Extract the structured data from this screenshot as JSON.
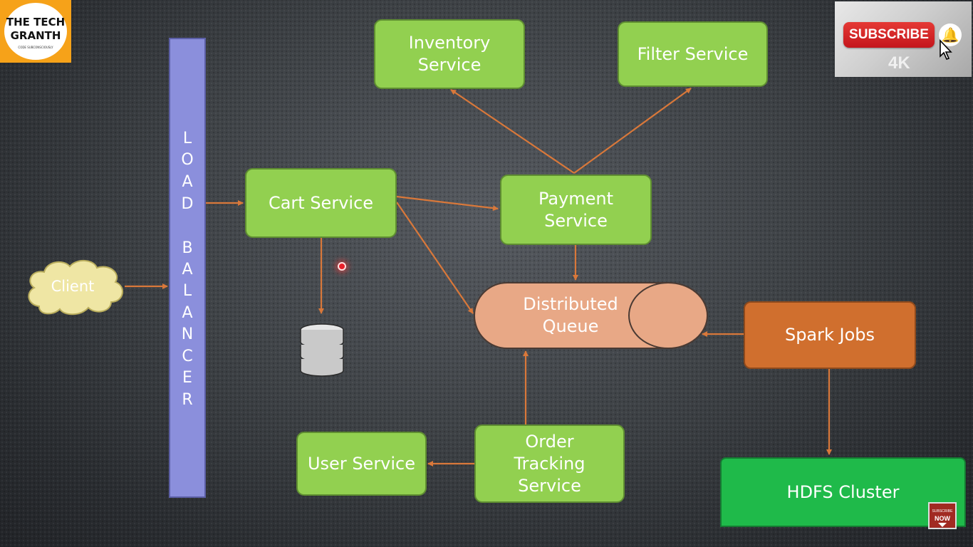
{
  "logo": {
    "text": "THE TECH\nGRANTH",
    "tagline": "CODE SUBCONSCIOUSLY"
  },
  "subscribe": {
    "label": "SUBSCRIBE",
    "quality": "4K"
  },
  "badge": {
    "line1": "SUBSCRIBE",
    "line2": "NOW"
  },
  "diagram": {
    "client": "Client",
    "load_balancer": [
      "L",
      "O",
      "A",
      "D",
      "",
      "B",
      "A",
      "L",
      "A",
      "N",
      "C",
      "E",
      "R"
    ],
    "cart_service": "Cart Service",
    "inventory_service": "Inventory\nService",
    "filter_service": "Filter Service",
    "payment_service": "Payment\nService",
    "distributed_queue": "Distributed\nQueue",
    "spark_jobs": "Spark Jobs",
    "hdfs_cluster": "HDFS Cluster",
    "user_service": "User Service",
    "order_tracking_service": "Order\nTracking\nService"
  },
  "colors": {
    "service_green": "#92d050",
    "load_balancer": "#8b8fdc",
    "queue": "#e8a886",
    "spark": "#d06f2e",
    "hdfs": "#1fba4a",
    "arrow": "#d9783a",
    "cloud": "#efe6a4"
  }
}
